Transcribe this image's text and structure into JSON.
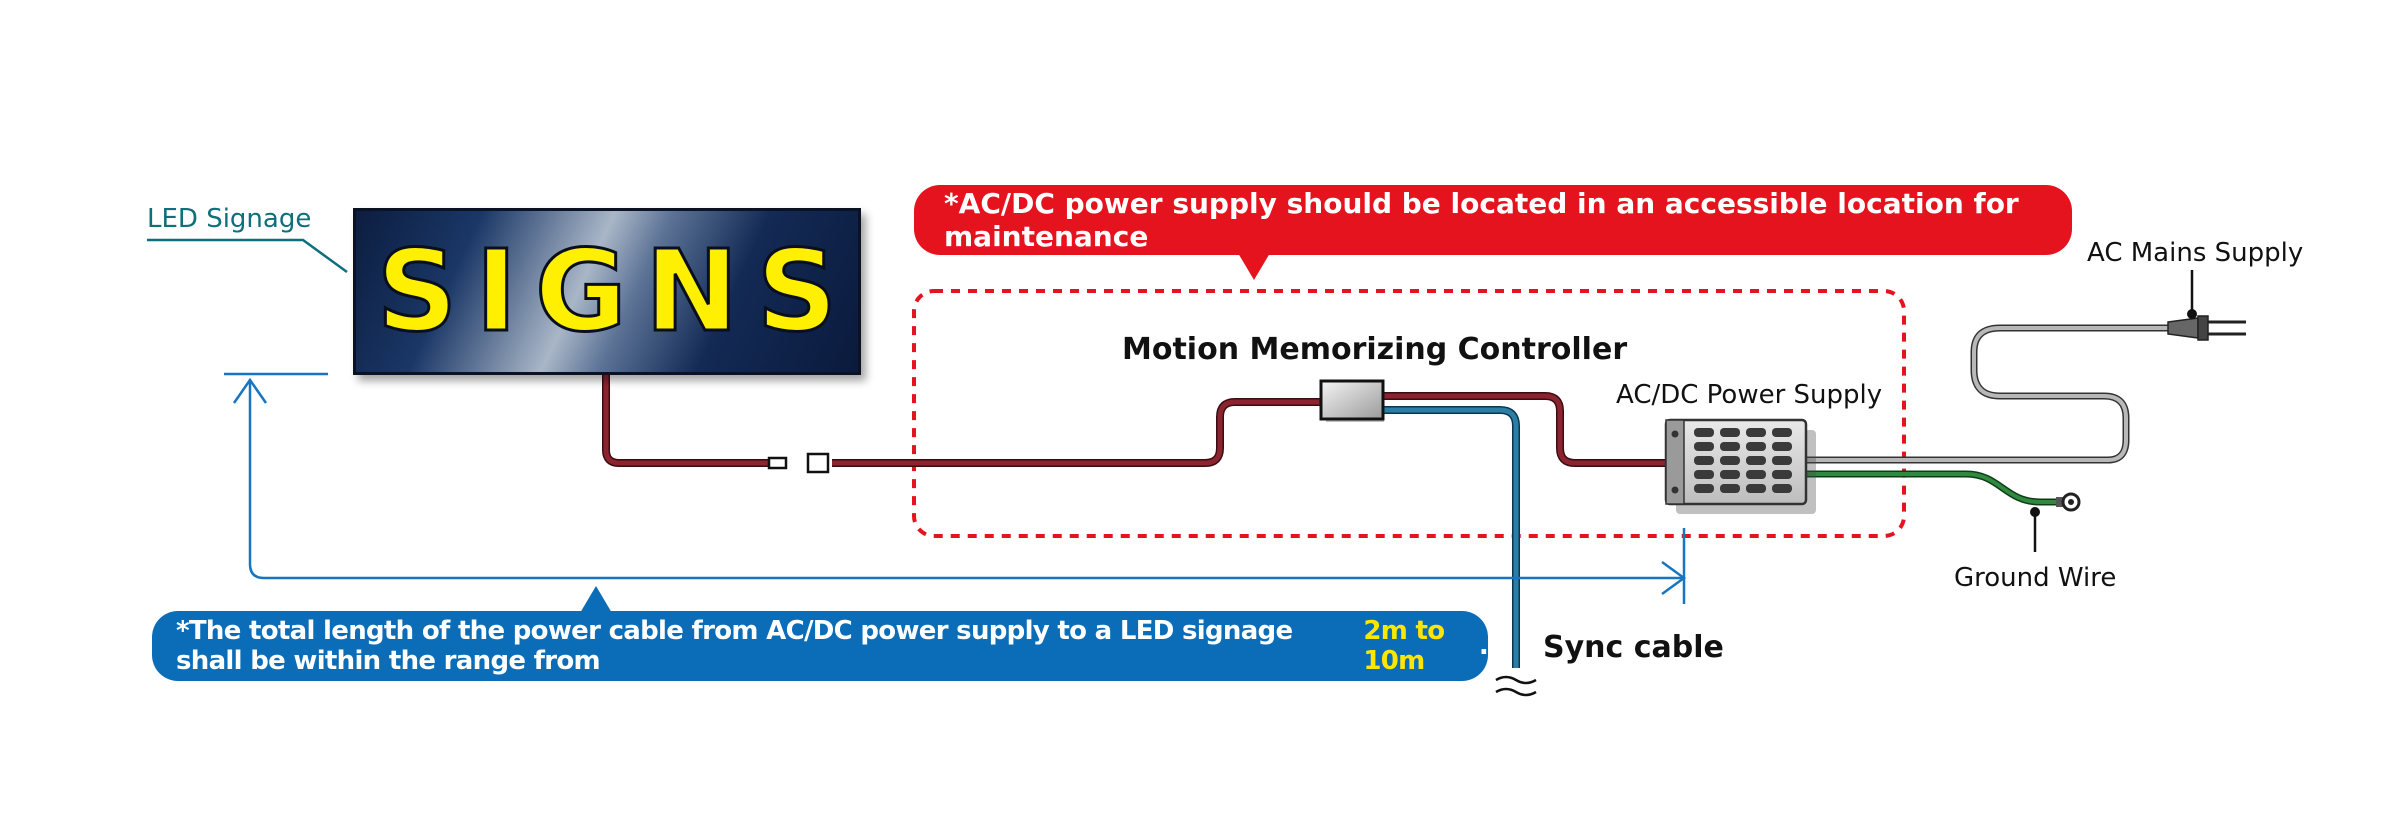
{
  "labels": {
    "led_signage": "LED Signage",
    "motion_controller": "Motion Memorizing Controller",
    "acdc_power_supply": "AC/DC Power Supply",
    "ac_mains": "AC Mains Supply",
    "ground_wire": "Ground Wire",
    "sync_cable": "Sync cable"
  },
  "sign": {
    "text": "SIGNS"
  },
  "notes": {
    "maintenance": "*AC/DC power supply should be located in an accessible location for maintenance",
    "cable_length_prefix": "*The total length of the power cable from AC/DC power supply to a LED signage shall be within the range from ",
    "cable_length_highlight": "2m to 10m",
    "cable_length_suffix": "."
  },
  "colors": {
    "power_cable": "#8c2430",
    "sync_cable": "#2b7fa6",
    "ground_wire": "#2f8a3f",
    "maintenance_callout": "#e5131e",
    "length_callout": "#0b6db8",
    "dimension_line": "#1775c2",
    "highlight_text": "#ffe600",
    "sign_text": "#ffef00"
  }
}
